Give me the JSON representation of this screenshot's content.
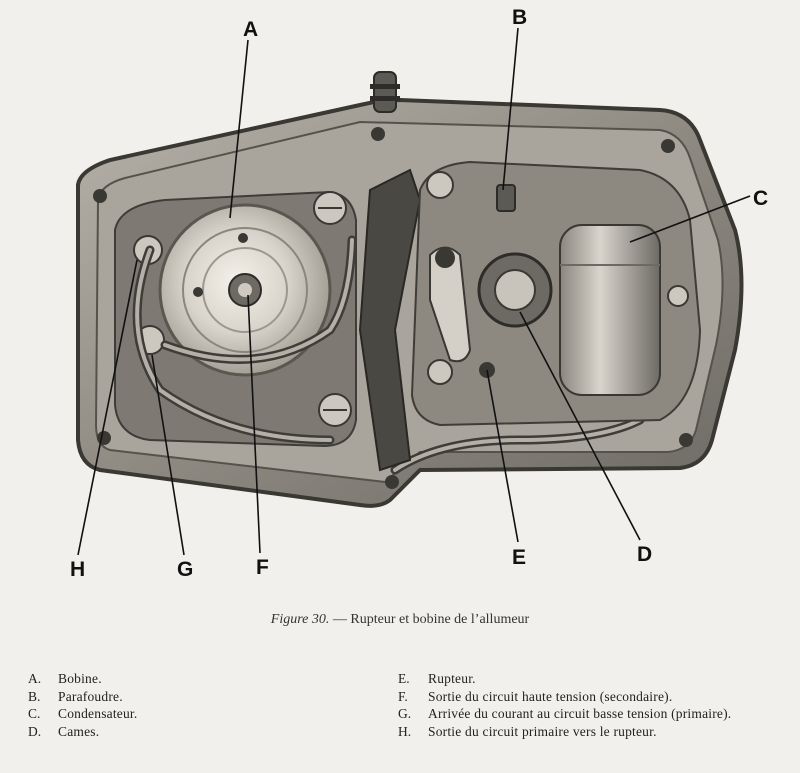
{
  "figure": {
    "callouts": {
      "A": "A",
      "B": "B",
      "C": "C",
      "D": "D",
      "E": "E",
      "F": "F",
      "G": "G",
      "H": "H"
    }
  },
  "caption": {
    "figure_label": "Figure 30.",
    "text": "— Rupteur et bobine de l’allumeur"
  },
  "legend_left": [
    {
      "key": "A.",
      "text": "Bobine."
    },
    {
      "key": "B.",
      "text": "Parafoudre."
    },
    {
      "key": "C.",
      "text": "Condensateur."
    },
    {
      "key": "D.",
      "text": "Cames."
    }
  ],
  "legend_right": [
    {
      "key": "E.",
      "text": "Rupteur."
    },
    {
      "key": "F.",
      "text": "Sortie du circuit haute tension (secondaire)."
    },
    {
      "key": "G.",
      "text": "Arrivée du courant au circuit basse tension (primaire)."
    },
    {
      "key": "H.",
      "text": "Sortie du circuit primaire vers le rupteur."
    }
  ]
}
